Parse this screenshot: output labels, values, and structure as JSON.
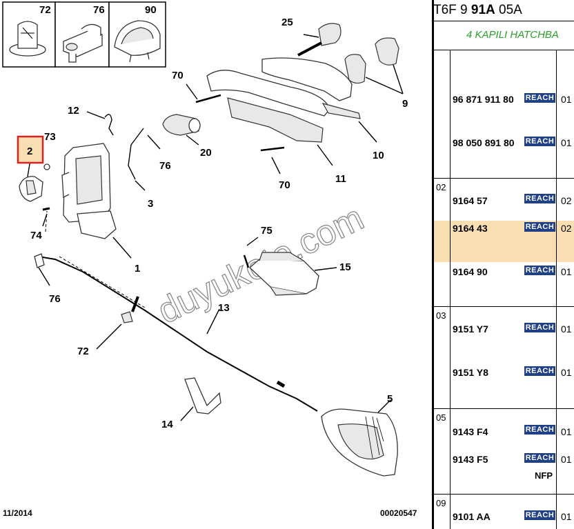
{
  "diagram": {
    "inset_labels": [
      "72",
      "76",
      "90"
    ],
    "callouts": {
      "c1": "1",
      "c2": "2",
      "c3": "3",
      "c5": "5",
      "c9": "9",
      "c10": "10",
      "c11": "11",
      "c12": "12",
      "c13": "13",
      "c14": "14",
      "c15": "15",
      "c20": "20",
      "c25": "25",
      "c70a": "70",
      "c70b": "70",
      "c72": "72",
      "c73": "73",
      "c74": "74",
      "c75": "75",
      "c76a": "76",
      "c76b": "76"
    },
    "date": "11/2014",
    "code": "00020547",
    "watermark": "duyukoto.com",
    "highlight_color": "#f8deb0",
    "highlight_border": "#e02020"
  },
  "panel": {
    "header_a": "T6F 9 ",
    "header_b": "91A",
    "header_c": " 05A",
    "subheader": "4 KAPILI HATCHBA",
    "badge_text": "REACH",
    "badge_color": "#1f3f86",
    "rows": [
      {
        "group": "",
        "part": "96 871 911 80",
        "qty": "01"
      },
      {
        "group": "",
        "part": "98 050 891 80",
        "qty": "01"
      },
      {
        "group": "02",
        "part": "9164 57",
        "qty": "02"
      },
      {
        "group": "",
        "part": "9164 43",
        "qty": "02"
      },
      {
        "group": "",
        "part": "9164 90",
        "qty": "01"
      },
      {
        "group": "03",
        "part": "9151 Y7",
        "qty": "01"
      },
      {
        "group": "",
        "part": "9151 Y8",
        "qty": "01"
      },
      {
        "group": "05",
        "part": "9143 F4",
        "qty": "01"
      },
      {
        "group": "",
        "part": "9143 F5",
        "qty": "01"
      },
      {
        "group": "09",
        "part": "9101 AA",
        "qty": "01"
      }
    ],
    "nfp": "NFP"
  }
}
